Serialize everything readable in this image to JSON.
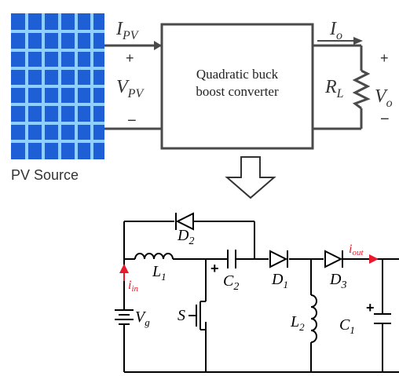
{
  "top_diagram": {
    "pv_source_label": "PV Source",
    "converter_line1": "Quadratic buck",
    "converter_line2": "boost converter",
    "i_pv_main": "I",
    "i_pv_sub": "PV",
    "v_pv_main": "V",
    "v_pv_sub": "PV",
    "i_o_main": "I",
    "i_o_sub": "o",
    "v_o_main": "V",
    "v_o_sub": "o",
    "r_l_main": "R",
    "r_l_sub": "L",
    "plus": "+",
    "minus": "−",
    "colors": {
      "panel_blue": "#1f5fd6",
      "panel_grid": "#8fd0ff",
      "wire": "#4a4a4a"
    }
  },
  "arrow_icon": "down-arrow-icon",
  "circuit": {
    "d2": {
      "main": "D",
      "sub": "2"
    },
    "l1": {
      "main": "L",
      "sub": "1"
    },
    "c2": {
      "main": "C",
      "sub": "2"
    },
    "d1": {
      "main": "D",
      "sub": "1"
    },
    "d3": {
      "main": "D",
      "sub": "3"
    },
    "l2": {
      "main": "L",
      "sub": "2"
    },
    "c1": {
      "main": "C",
      "sub": "1"
    },
    "s": "S",
    "vg": {
      "main": "V",
      "sub": "g"
    },
    "i_in": {
      "main": "i",
      "sub": "in"
    },
    "i_out": {
      "main": "i",
      "sub": "out"
    },
    "plus": "+",
    "colors": {
      "current_red": "#e8192c",
      "wire": "#000000"
    }
  }
}
